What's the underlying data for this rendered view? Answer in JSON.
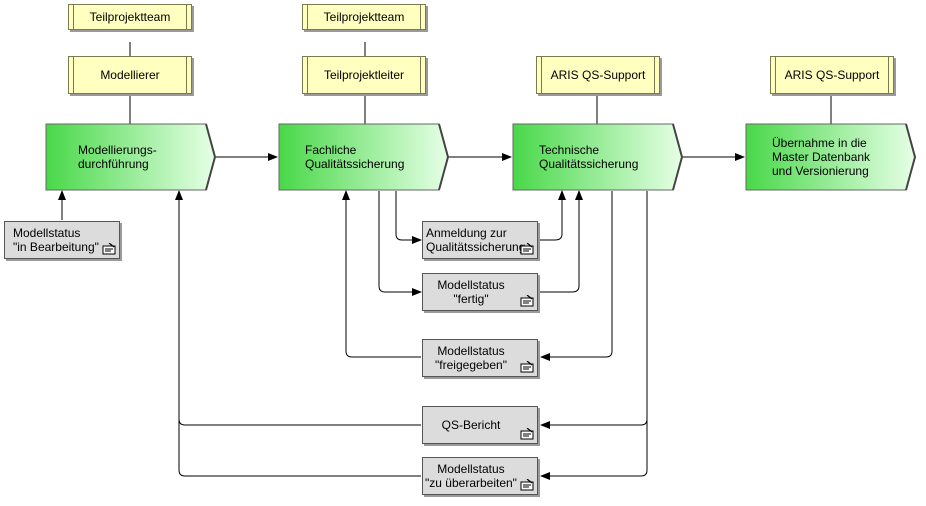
{
  "roles": {
    "r1a": "Teilprojektteam",
    "r1b": "Modellierer",
    "r2a": "Teilprojektteam",
    "r2b": "Teilprojektleiter",
    "r3": "ARIS QS-Support",
    "r4": "ARIS QS-Support"
  },
  "functions": {
    "f1": "Modellierungs-\ndurchführung",
    "f2": "Fachliche\nQualitätssicherung",
    "f3": "Technische\nQualitätssicherung",
    "f4": "Übernahme in die\nMaster Datenbank\nund Versionierung"
  },
  "documents": {
    "d0": "Modellstatus\n\"in Bearbeitung\"",
    "d1": "Anmeldung zur\nQualitätssicherung",
    "d2": "Modellstatus\n\"fertig\"",
    "d3": "Modellstatus\n\"freigegeben\"",
    "d4": "QS-Bericht",
    "d5": "Modellstatus\n\"zu überarbeiten\""
  },
  "colors": {
    "function_fill_start": "#49d849",
    "function_fill_end": "#e6ffe6",
    "role_fill": "#ffffc0",
    "document_fill": "#dcdcdc"
  }
}
